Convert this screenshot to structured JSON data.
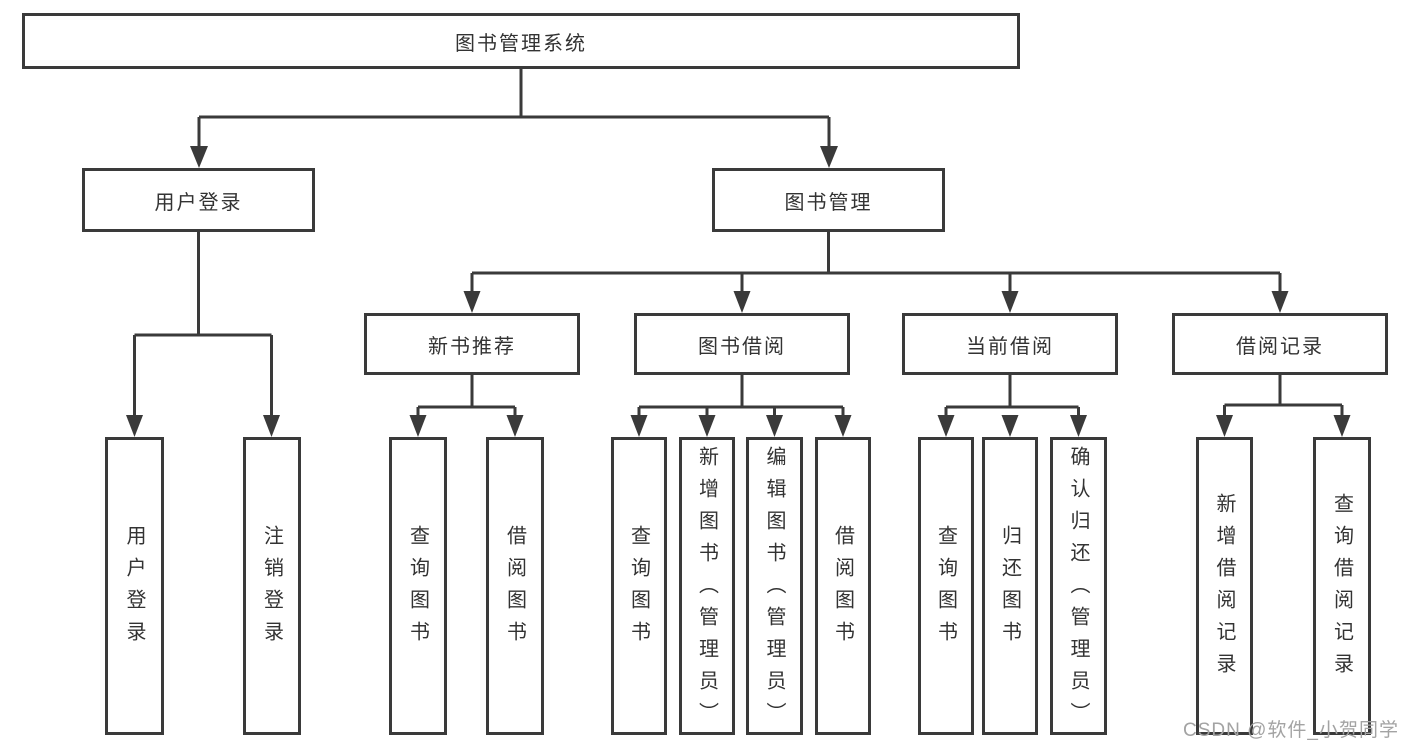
{
  "diagram": {
    "root_label": "图书管理系统",
    "branches": [
      {
        "label": "用户登录",
        "children": [
          "用户登录",
          "注销登录"
        ]
      },
      {
        "label": "图书管理",
        "modules": [
          {
            "label": "新书推荐",
            "children": [
              "查询图书",
              "借阅图书"
            ]
          },
          {
            "label": "图书借阅",
            "children": [
              "查询图书",
              "新增图书（管理员）",
              "编辑图书（管理员）",
              "借阅图书"
            ]
          },
          {
            "label": "当前借阅",
            "children": [
              "查询图书",
              "归还图书",
              "确认归还（管理员）"
            ]
          },
          {
            "label": "借阅记录",
            "children": [
              "新增借阅记录",
              "查询借阅记录"
            ]
          }
        ]
      }
    ],
    "watermark": "CSDN @软件_小贺同学",
    "colors": {
      "line": "#3a3a3a",
      "text": "#333333",
      "background": "#ffffff",
      "watermark": "#a3a3a3"
    }
  }
}
